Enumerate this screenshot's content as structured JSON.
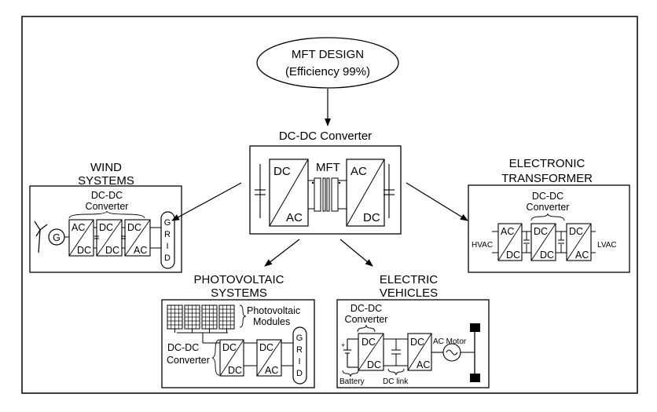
{
  "top": {
    "line1": "MFT DESIGN",
    "line2": "(Efficiency 99%)"
  },
  "center": {
    "title": "DC-DC Converter",
    "left_dc": "DC",
    "left_ac": "AC",
    "mft": "MFT",
    "right_ac": "AC",
    "right_dc": "DC"
  },
  "wind": {
    "title1": "WIND",
    "title2": "SYSTEMS",
    "conv1": "DC-DC",
    "conv2": "Converter",
    "gen": "G",
    "b1_top": "AC",
    "b1_bot": "DC",
    "b2_top": "DC",
    "b2_bot": "DC",
    "b3_top": "DC",
    "b3_bot": "AC",
    "grid": [
      "G",
      "R",
      "I",
      "D"
    ]
  },
  "electronic": {
    "title1": "ELECTRONIC",
    "title2": "TRANSFORMER",
    "conv1": "DC-DC",
    "conv2": "Converter",
    "hvac": "HVAC",
    "lvac": "LVAC",
    "b1_top": "AC",
    "b1_bot": "DC",
    "b2_top": "DC",
    "b2_bot": "DC",
    "b3_top": "DC",
    "b3_bot": "AC"
  },
  "pv": {
    "title1": "PHOTOVOLTAIC",
    "title2": "SYSTEMS",
    "modules1": "Photovoltaic",
    "modules2": "Modules",
    "conv1": "DC-DC",
    "conv2": "Converter",
    "b1_top": "DC",
    "b1_bot": "DC",
    "b2_top": "DC",
    "b2_bot": "AC",
    "grid": [
      "G",
      "R",
      "I",
      "D"
    ]
  },
  "ev": {
    "title1": "ELECTRIC",
    "title2": "VEHICLES",
    "conv1": "DC-DC",
    "conv2": "Converter",
    "battery": "Battery",
    "dclink": "DC link",
    "motor": "AC Motor",
    "b1_top": "DC",
    "b1_bot": "DC",
    "b2_top": "DC",
    "b2_bot": "AC"
  }
}
